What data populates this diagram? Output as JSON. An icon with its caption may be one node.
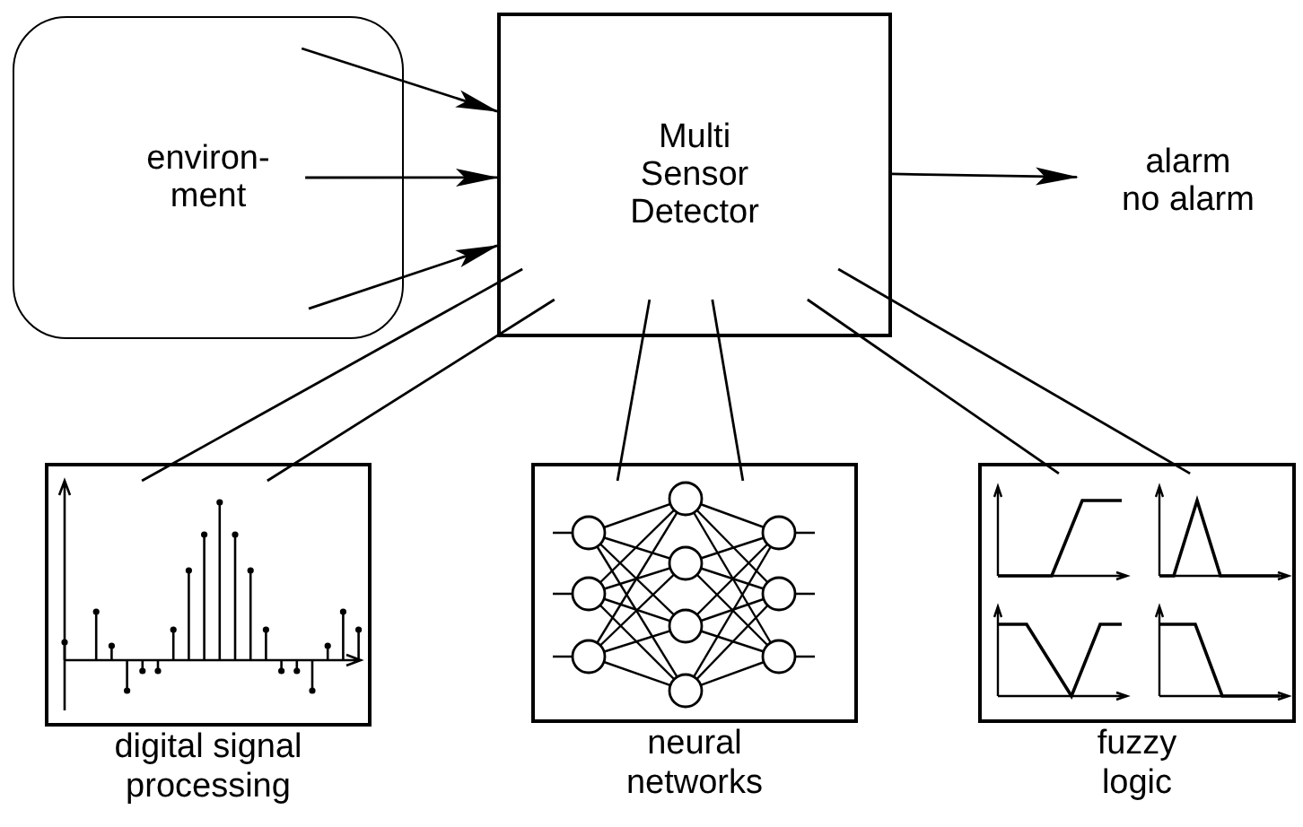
{
  "diagram": {
    "nodes": [
      {
        "text": [
          "environ- ment"
        ]
      },
      {
        "text": [
          "Multi Sensor Detector"
        ]
      },
      {
        "text": [
          "alarm",
          "no alarm"
        ]
      },
      {
        "text": [],
        "shape": "picture",
        "beside": [
          "digital signal processing"
        ]
      },
      {
        "text": [],
        "shape": "picture",
        "beside": [
          "neural networks"
        ]
      },
      {
        "text": [],
        "shape": "picture",
        "beside": [
          "fuzzy logic"
        ]
      }
    ],
    "edges": [
      {
        "from": 0,
        "to": 1,
        "arrow": "to"
      },
      {
        "from": 0,
        "to": 1,
        "arrow": "to"
      },
      {
        "from": 0,
        "to": 1,
        "arrow": "to"
      },
      {
        "from": 1,
        "to": 2,
        "arrow": "to"
      },
      {
        "from": 1,
        "to": 3,
        "arrow": "none"
      },
      {
        "from": 1,
        "to": 3,
        "arrow": "none"
      },
      {
        "from": 1,
        "to": 4,
        "arrow": "none"
      },
      {
        "from": 1,
        "to": 4,
        "arrow": "none"
      },
      {
        "from": 1,
        "to": 5,
        "arrow": "none"
      },
      {
        "from": 1,
        "to": 5,
        "arrow": "none"
      }
    ]
  }
}
